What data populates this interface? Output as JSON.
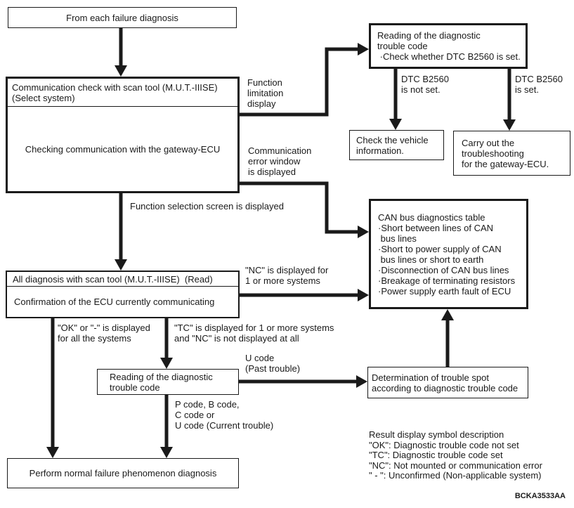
{
  "diagram": {
    "nodes": {
      "from_each": {
        "text": "From each failure diagnosis"
      },
      "comm_check": {
        "title": "Communication check with scan tool (M.U.T.-IIISE)\n(Select system)",
        "body": "Checking communication with the gateway-ECU"
      },
      "reading_top": {
        "text": "Reading of the diagnostic\ntrouble code\n ·Check whether DTC B2560 is set."
      },
      "check_vehicle": {
        "text": "Check the vehicle\ninformation."
      },
      "carry_out": {
        "text": "Carry out the\ntroubleshooting\nfor the gateway-ECU."
      },
      "can_table": {
        "text": "CAN bus diagnostics table\n·Short between lines of CAN\n bus lines\n·Short to power supply of CAN\n bus lines or short to earth\n·Disconnection of CAN bus lines\n·Breakage of terminating resistors\n·Power supply earth fault of ECU"
      },
      "all_diag": {
        "title": "All diagnosis with scan tool (M.U.T.-IIISE)  (Read)",
        "body": "Confirmation of the ECU currently communicating"
      },
      "reading_mid": {
        "text": "Reading of the diagnostic\ntrouble code"
      },
      "determination": {
        "text": "Determination of trouble spot\naccording to diagnostic trouble code"
      },
      "perform": {
        "text": "Perform normal failure phenomenon diagnosis"
      }
    },
    "labels": {
      "function_limitation": "Function\nlimitation\ndisplay",
      "comm_error": "Communication\nerror window\nis displayed",
      "function_selection": "Function selection screen is displayed",
      "dtc_not_set": "DTC B2560\nis not set.",
      "dtc_set": "DTC B2560\nis set.",
      "nc": "\"NC\" is displayed for\n1 or more systems",
      "ok": "\"OK\" or \"-\" is displayed\nfor all the systems",
      "tc": "\"TC\" is displayed for 1 or more systems\nand \"NC\" is not displayed at all",
      "u_code_past": "U code\n(Past trouble)",
      "p_code": "P code, B code,\nC code or\nU code (Current trouble)",
      "legend": "Result display symbol description\n\"OK\": Diagnostic trouble code not set\n\"TC\": Diagnostic trouble code set\n\"NC\": Not mounted or communication error\n\" - \": Unconfirmed (Non-applicable system)",
      "figure_code": "BCKA3533AA"
    },
    "colors": {
      "ink": "#1a1a1a",
      "background": "#ffffff"
    }
  }
}
